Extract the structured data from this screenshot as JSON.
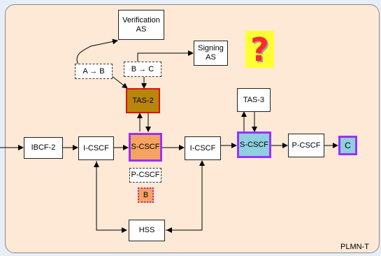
{
  "nodes": {
    "verification_as": "Verification\nAS",
    "signing_as": "Signing\nAS",
    "a_to_b": "A → B",
    "b_to_c": "B → C",
    "tas2": "TAS-2",
    "tas3": "TAS-3",
    "ibcf2": "IBCF-2",
    "icscf_left": "I-CSCF",
    "scscf_left": "S-CSCF",
    "icscf_mid": "I-CSCF",
    "scscf_right": "S-CSCF",
    "pcscf_right": "P-CSCF",
    "c": "C",
    "pcscf_b": "P-CSCF",
    "b": "B",
    "hss": "HSS"
  },
  "question_mark": "?",
  "footer_label": "PLMN-T",
  "colors": {
    "panel": "#fde9d5",
    "tas2_fill": "#b8860b",
    "tas2_border": "#e01010",
    "scscf_left_fill": "#f4a460",
    "scscf_right_fill": "#8ecfe0",
    "highlight_border": "#9b30ff",
    "question_bg": "#ffff33",
    "question_fg": "#ff2a2a"
  }
}
